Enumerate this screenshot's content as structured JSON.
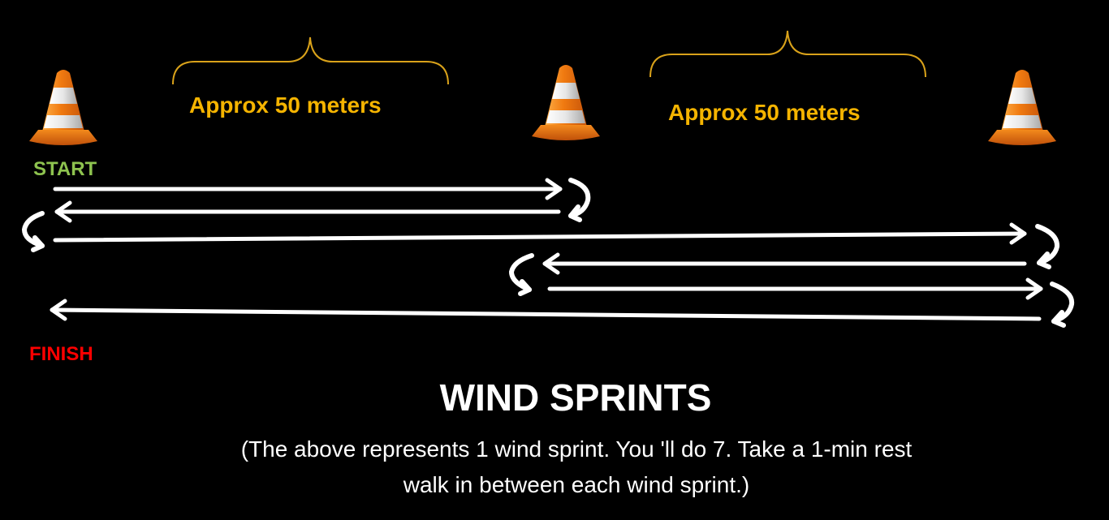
{
  "colors": {
    "background": "#000000",
    "start": "#8ec34f",
    "finish": "#ff0000",
    "distance": "#f5b400",
    "brace": "#d9a21a",
    "text": "#ffffff",
    "arrow": "#ffffff",
    "cone_orange": "#f07a10",
    "cone_stripe": "#e6e6e6"
  },
  "icons": [
    "traffic-cone-icon",
    "u-turn-arrow-icon",
    "arrow-right-icon",
    "arrow-left-icon",
    "curly-brace-icon"
  ],
  "labels": {
    "start": "START",
    "finish": "FINISH",
    "distance_1": "Approx  50 meters",
    "distance_2": "Approx  50 meters"
  },
  "title": "WIND SPRINTS",
  "subtitle": {
    "line1": "(The above represents 1 wind sprint. You 'll do 7. Take a 1-min rest",
    "line2": "walk in between each wind sprint.)"
  }
}
